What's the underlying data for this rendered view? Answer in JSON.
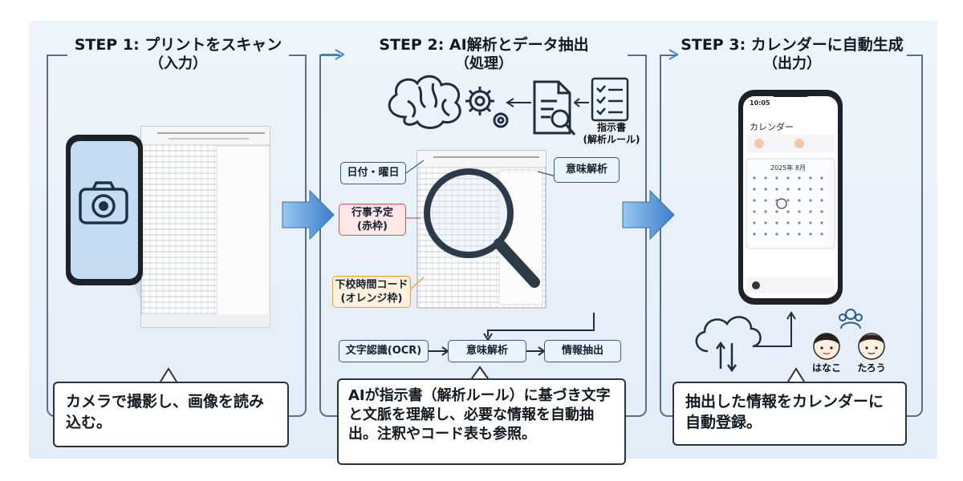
{
  "steps": [
    {
      "title": "STEP 1: プリントをスキャン",
      "subtitle": "（入力）",
      "desc": "カメラで撮影し、画像を読み込む。"
    },
    {
      "title": "STEP 2: AI解析とデータ抽出",
      "subtitle": "（処理）",
      "desc": "AIが指示書（解析ルール）に基づき文字と文脈を理解し、必要な情報を自動抽出。注釈やコード表も参照。"
    },
    {
      "title": "STEP 3: カレンダーに自動生成",
      "subtitle": "（出力）",
      "desc": "抽出した情報をカレンダーに自動登録。"
    }
  ],
  "instructions_label": "指示書\n(解析ルール)",
  "tags": {
    "date": "日付・曜日",
    "event": "行事予定\n(赤枠)",
    "code": "下校時間コード\n(オレンジ枠)",
    "meaning": "意味解析"
  },
  "flow": {
    "ocr": "文字認識(OCR)",
    "semantic": "意味解析",
    "extract": "情報抽出"
  },
  "phone": {
    "time": "10:05",
    "app_title": "カレンダー",
    "month_label": "2025年 8月"
  },
  "users": [
    {
      "name": "はなこ"
    },
    {
      "name": "たろう"
    }
  ],
  "colors": {
    "arrow": "#3f86d3",
    "event_border": "#d9534f",
    "code_border": "#f0a030",
    "panel_border": "#5c6f84"
  }
}
